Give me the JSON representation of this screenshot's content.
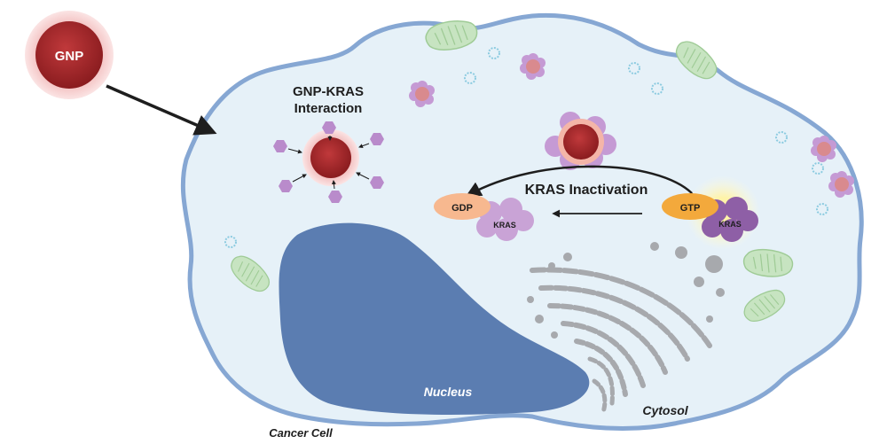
{
  "gnp": {
    "label": "GNP"
  },
  "interaction": {
    "line1": "GNP-KRAS",
    "line2": "Interaction"
  },
  "inactivation": {
    "label": "KRAS Inactivation"
  },
  "gdp_complex": {
    "nucleotide": "GDP",
    "protein": "KRAS"
  },
  "gtp_complex": {
    "nucleotide": "GTP",
    "protein": "KRAS"
  },
  "regions": {
    "nucleus": "Nucleus",
    "cytosol": "Cytosol",
    "cell": "Cancer Cell"
  },
  "colors": {
    "cell_fill": "#e6f1f8",
    "cell_border": "#86a7d3",
    "nucleus": "#5b7db1",
    "gnp_red": "#9b2224",
    "gnp_halo": "#f3c6c6",
    "kras_purple": "#b287c4",
    "gdp_orange": "#f7b88f",
    "gtp_orange": "#f3a93c",
    "mito_green": "#b9dcb1",
    "golgi_gray": "#a7a9ad",
    "arrow": "#1e1e1e"
  }
}
